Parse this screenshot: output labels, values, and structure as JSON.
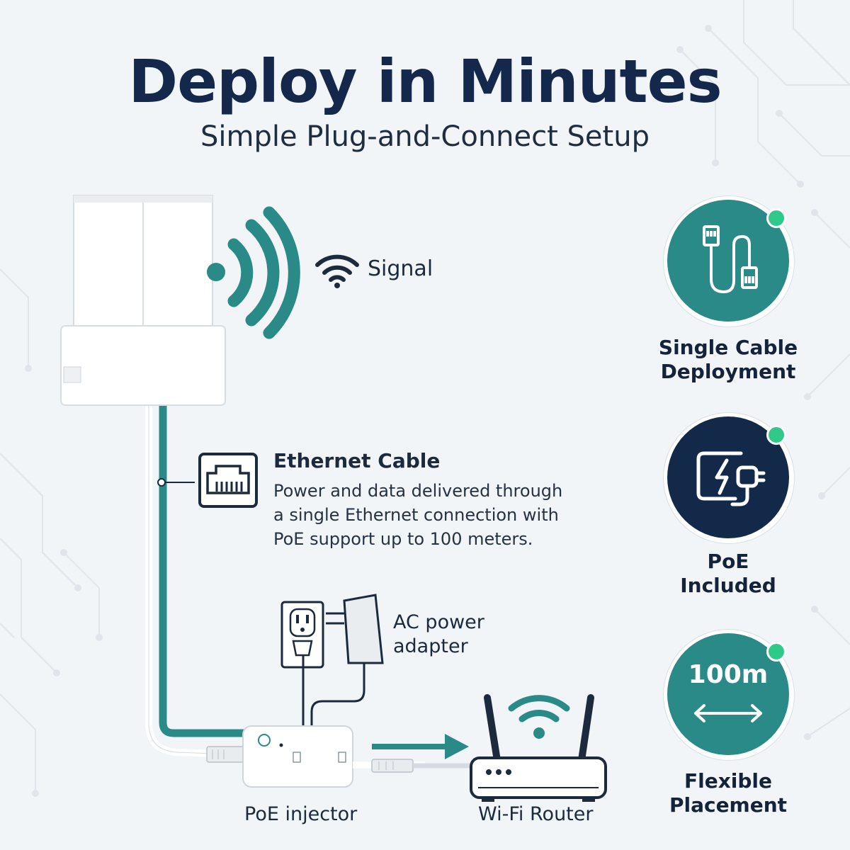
{
  "header": {
    "title": "Deploy in Minutes",
    "subtitle": "Simple Plug-and-Connect Setup"
  },
  "diagram": {
    "signal_label": "Signal",
    "ethernet": {
      "title": "Ethernet Cable",
      "lines": [
        "Power and data delivered through",
        "a single Ethernet connection with",
        "PoE support up to 100 meters."
      ]
    },
    "ac_adapter_lines": [
      "AC power",
      "adapter"
    ],
    "poe_injector_label": "PoE injector",
    "router_label": "Wi-Fi Router"
  },
  "features": [
    {
      "lines": [
        "Single Cable",
        "Deployment"
      ],
      "icon": "ethernet-cable-icon",
      "color": "#2a8a88"
    },
    {
      "lines": [
        "PoE",
        "Included"
      ],
      "icon": "power-plug-icon",
      "color": "#13294a",
      "badge_text": ""
    },
    {
      "lines": [
        "Flexible",
        "Placement"
      ],
      "icon": "distance-arrow-icon",
      "color": "#2a8a88",
      "badge_text": "100m"
    }
  ],
  "colors": {
    "teal": "#2a8a88",
    "navy": "#13294a",
    "status_dot": "#2fc98a"
  }
}
